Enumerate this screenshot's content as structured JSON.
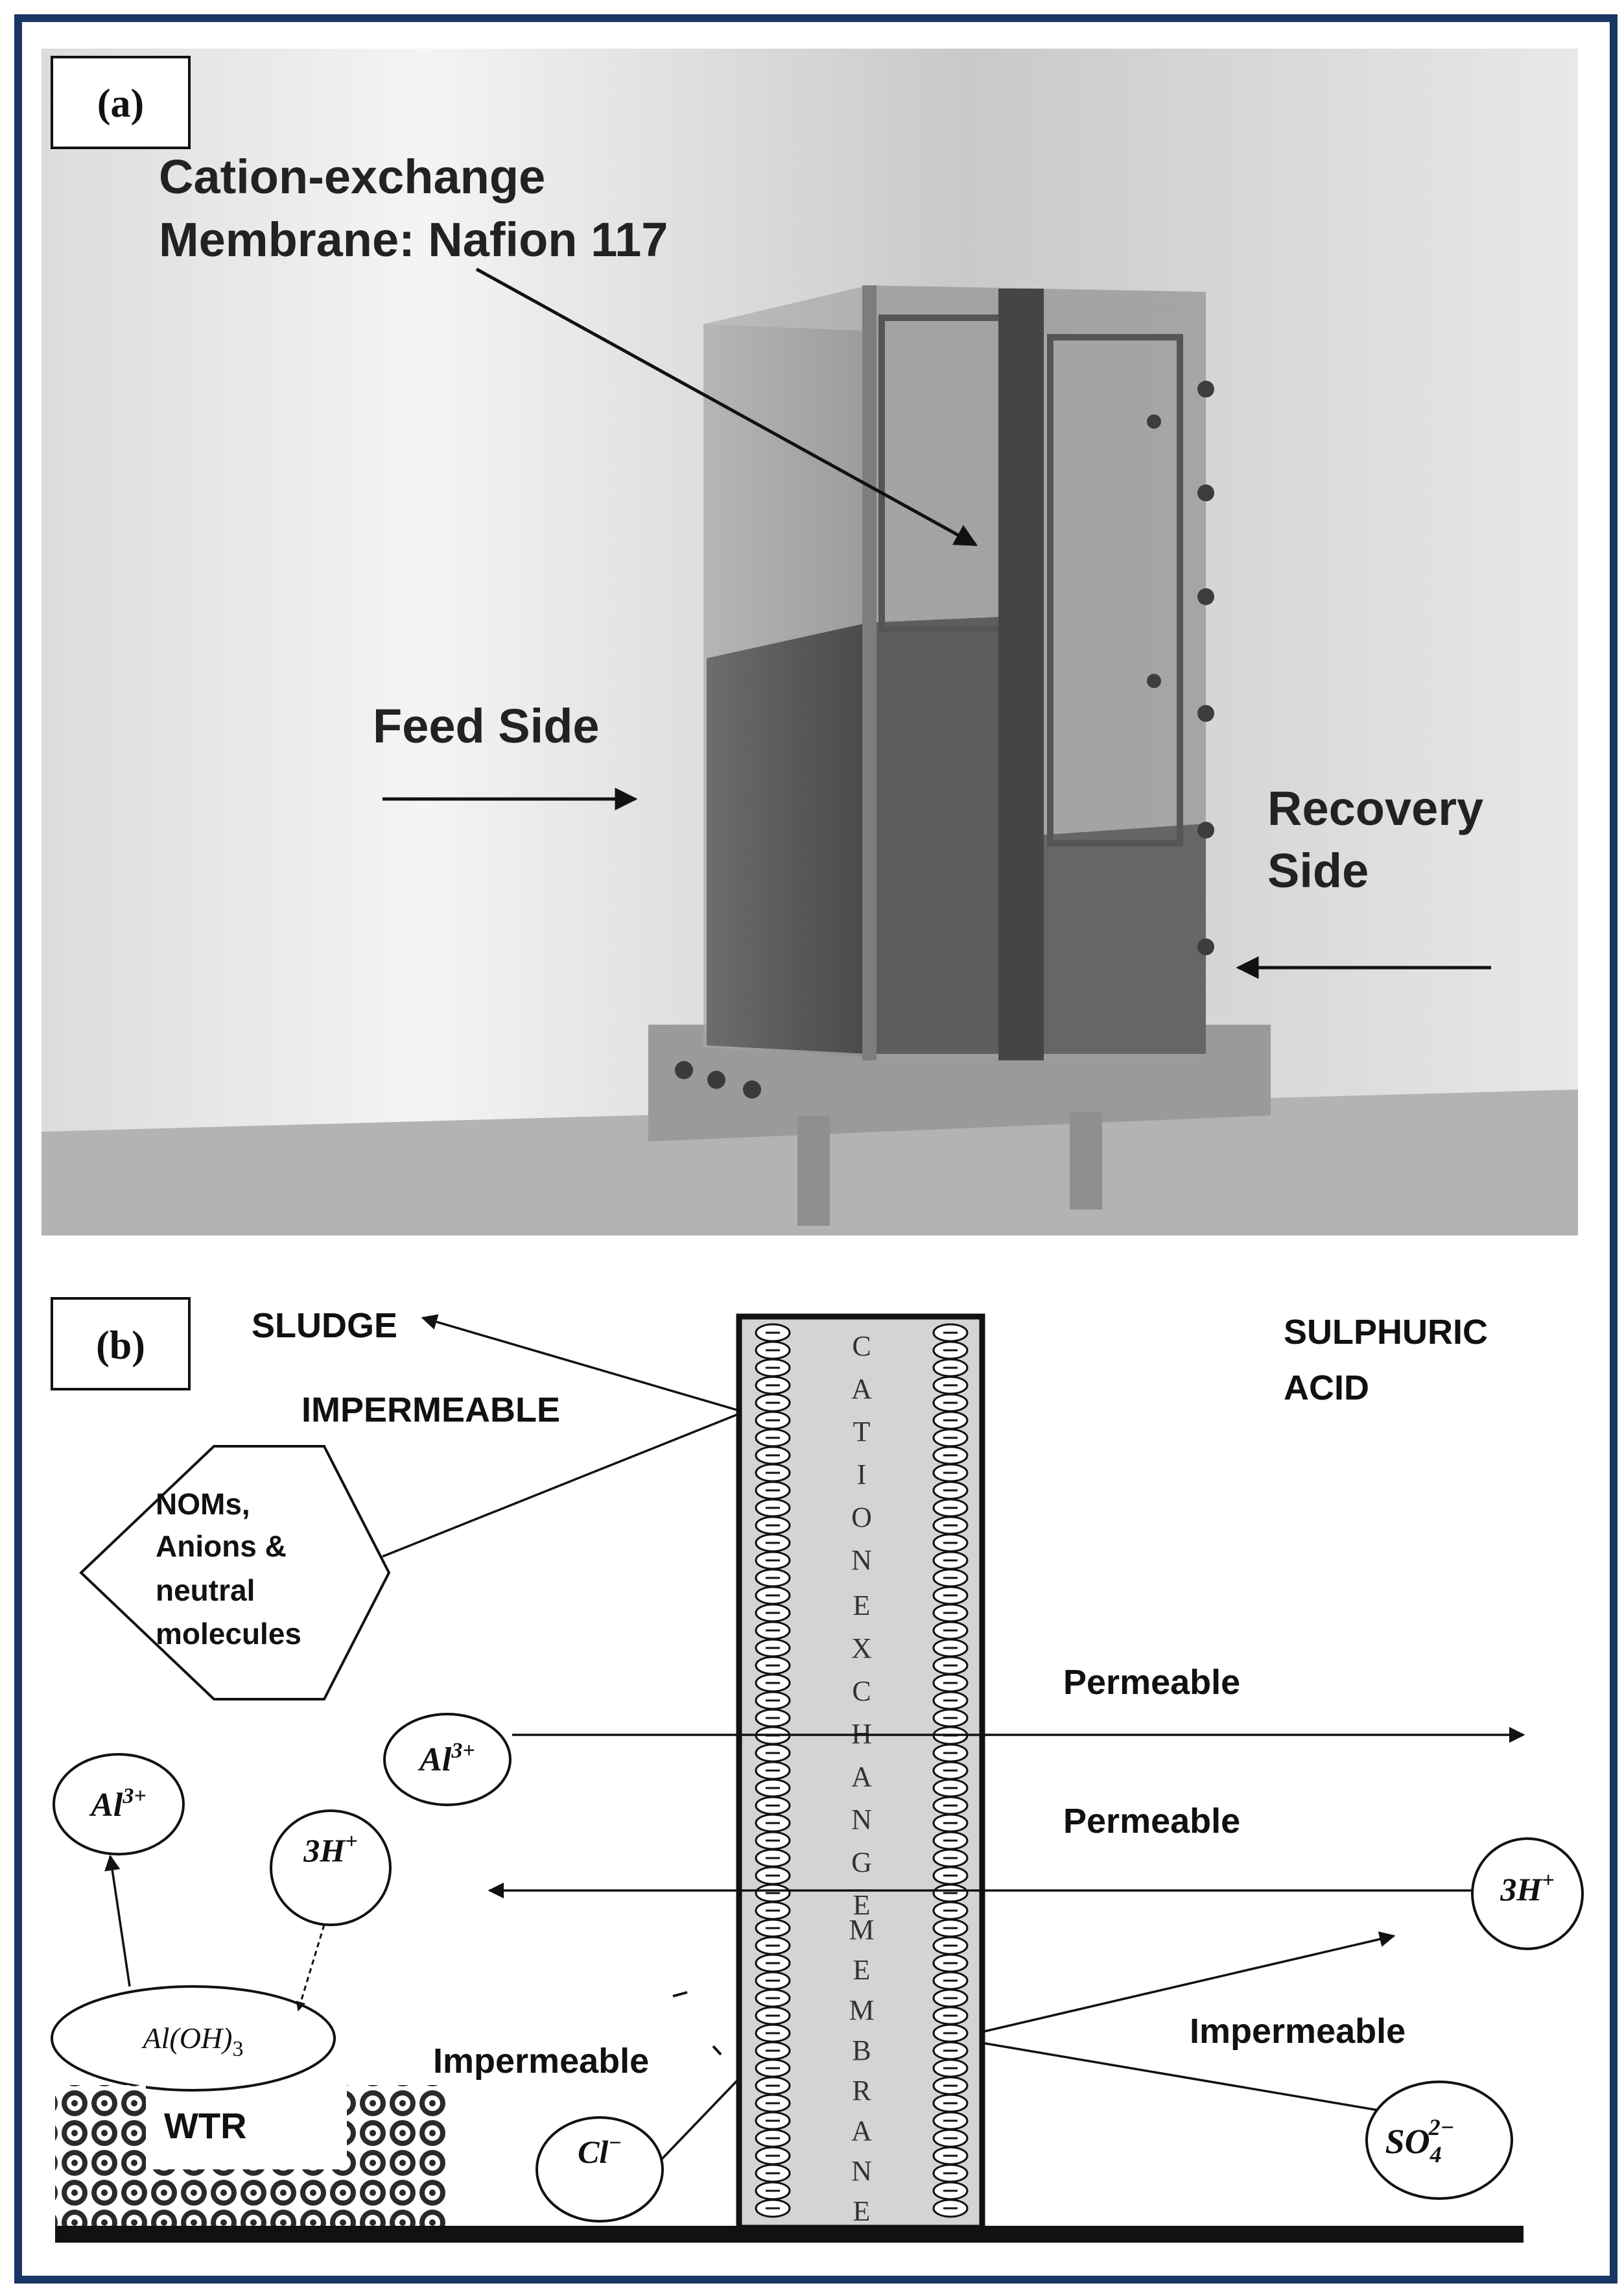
{
  "panel_a": {
    "label": "(a)",
    "membrane_label_line1": "Cation-exchange",
    "membrane_label_line2": "Membrane: Nafion 117",
    "feed_label": "Feed Side",
    "recovery_label_line1": "Recovery",
    "recovery_label_line2": "Side"
  },
  "panel_b": {
    "label": "(b)",
    "sludge": "SLUDGE",
    "impermeable_top": "IMPERMEABLE",
    "sulphuric_line1": "SULPHURIC",
    "sulphuric_line2": "ACID",
    "hexagon_lines": [
      "NOMs,",
      "Anions &",
      "neutral",
      "molecules"
    ],
    "membrane_letters_top": [
      "C",
      "A",
      "T",
      "I",
      "O",
      "N"
    ],
    "membrane_letters_mid": [
      "E",
      "X",
      "C",
      "H",
      "A",
      "N",
      "G",
      "E"
    ],
    "membrane_letters_bot": [
      "M",
      "E",
      "M",
      "B",
      "R",
      "A",
      "N",
      "E"
    ],
    "permeable_1": "Permeable",
    "permeable_2": "Permeable",
    "impermeable_left": "Impermeable",
    "impermeable_right": "Impermeable",
    "wtr": "WTR",
    "ions": {
      "al_top": "Al",
      "al_top_sup": "3+",
      "al_left": "Al",
      "al_left_sup": "3+",
      "h_left": "3H",
      "h_left_sup": "+",
      "h_right": "3H",
      "h_right_sup": "+",
      "aloh": "Al(OH)",
      "aloh_sub": "3",
      "cl": "Cl",
      "cl_sup": "−",
      "so4": "SO",
      "so4_sub": "4",
      "so4_sup": "2−"
    }
  }
}
